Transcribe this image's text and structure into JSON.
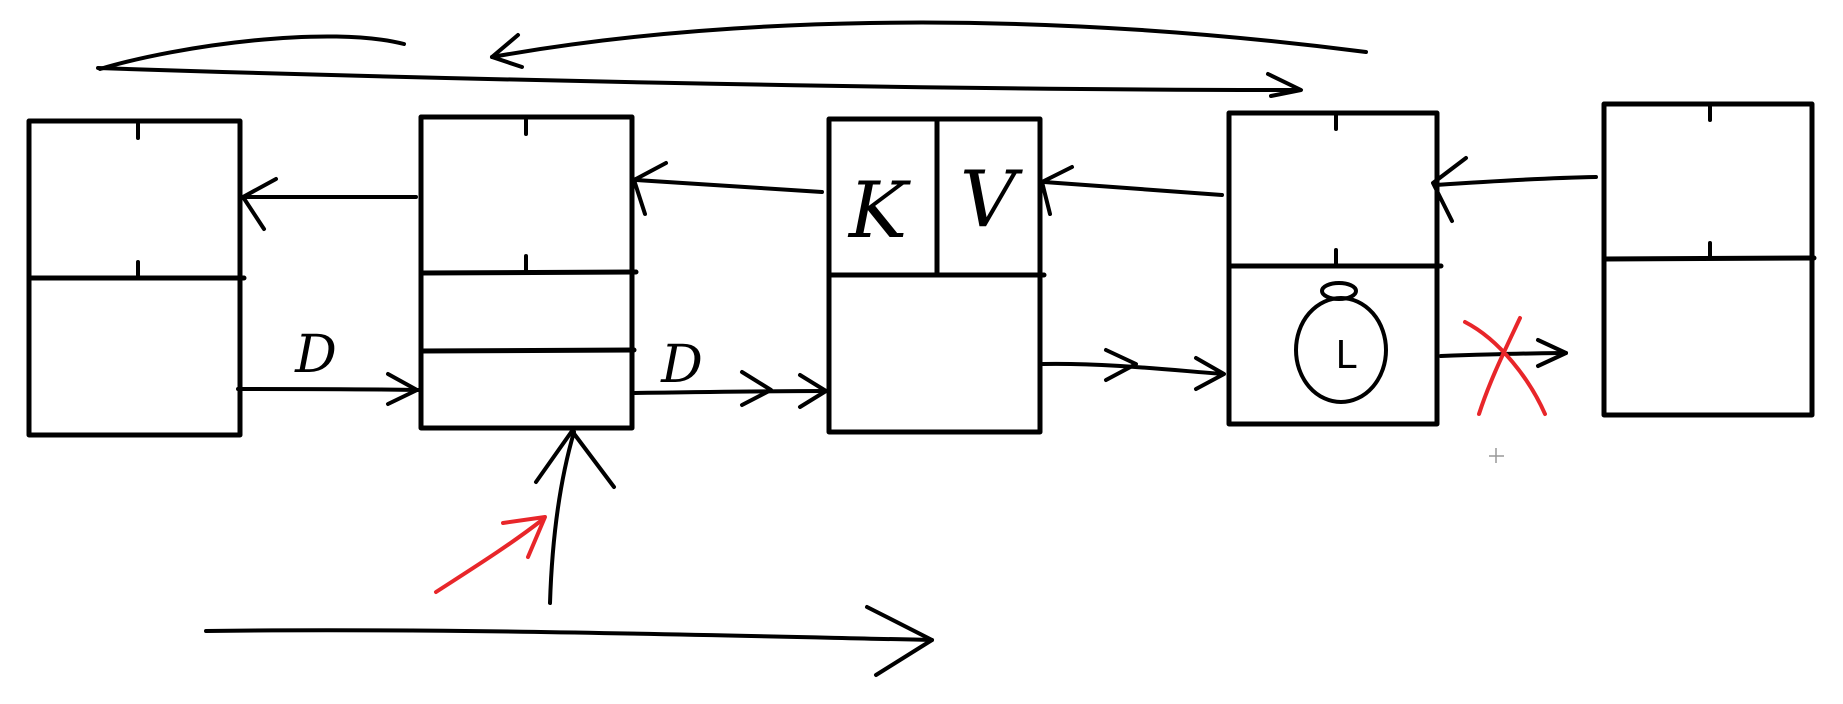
{
  "colors": {
    "ink": "#000000",
    "red_ink": "#e8262a",
    "cursor": "#999999",
    "background": "#ffffff"
  },
  "nodes": [
    {
      "name": "node-1"
    },
    {
      "name": "node-2"
    },
    {
      "name": "node-3",
      "key_label": "K",
      "value_label": "V"
    },
    {
      "name": "node-4",
      "icon": "timer-icon",
      "timer_label": "L"
    },
    {
      "name": "node-5"
    }
  ],
  "edge_labels": {
    "d_between_node1_node2": "D",
    "d_between_node2_node3": "D"
  },
  "marks": {
    "removed_link": "x-mark-icon",
    "insert_pointer": "arrow-up-icon",
    "highlight_arrow": "red-arrow-icon",
    "cursor": "crosshair-icon"
  }
}
